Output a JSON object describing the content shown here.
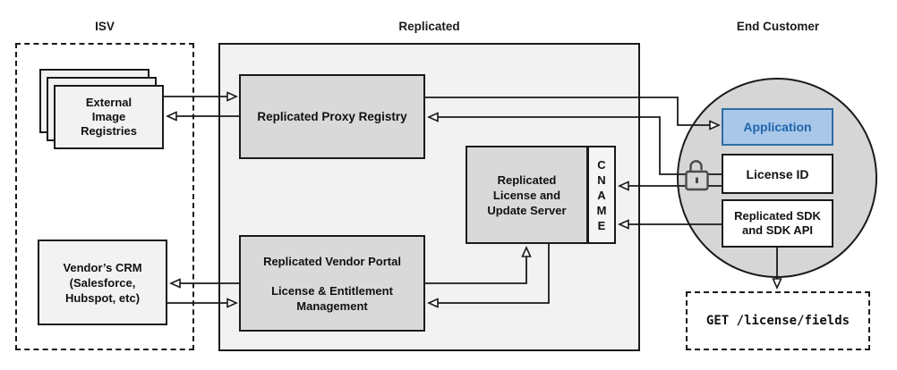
{
  "diagram": {
    "sections": {
      "isv": {
        "label": "ISV"
      },
      "replicated": {
        "label": "Replicated"
      },
      "end_customer": {
        "label": "End Customer"
      }
    },
    "nodes": {
      "external_image_registries": {
        "lines": [
          "External",
          "Image",
          "Registries"
        ]
      },
      "vendors_crm": {
        "lines": [
          "Vendor’s CRM",
          "(Salesforce,",
          "Hubspot, etc)"
        ]
      },
      "replicated_proxy_registry": {
        "label": "Replicated Proxy Registry"
      },
      "replicated_license_update_server": {
        "lines": [
          "Replicated",
          "License and",
          "Update Server"
        ]
      },
      "cname": {
        "letters": [
          "C",
          "N",
          "A",
          "M",
          "E"
        ]
      },
      "replicated_vendor_portal": {
        "title": "Replicated Vendor Portal",
        "lines": [
          "License & Entitlement",
          "Management"
        ]
      },
      "application": {
        "label": "Application"
      },
      "license_id": {
        "label": "License ID"
      },
      "replicated_sdk": {
        "lines": [
          "Replicated SDK",
          "and SDK API"
        ]
      },
      "get_license_fields": {
        "label": "GET /license/fields"
      }
    },
    "icons": {
      "lock": "open-padlock"
    },
    "colors": {
      "node_gray": "#d9d9d9",
      "panel_gray": "#f2f2f2",
      "circle_gray": "#d6d6d6",
      "application_fill": "#a9c7e8",
      "application_border": "#2e6da4",
      "application_text": "#1e66ad",
      "line": "#1a1a1a"
    }
  }
}
